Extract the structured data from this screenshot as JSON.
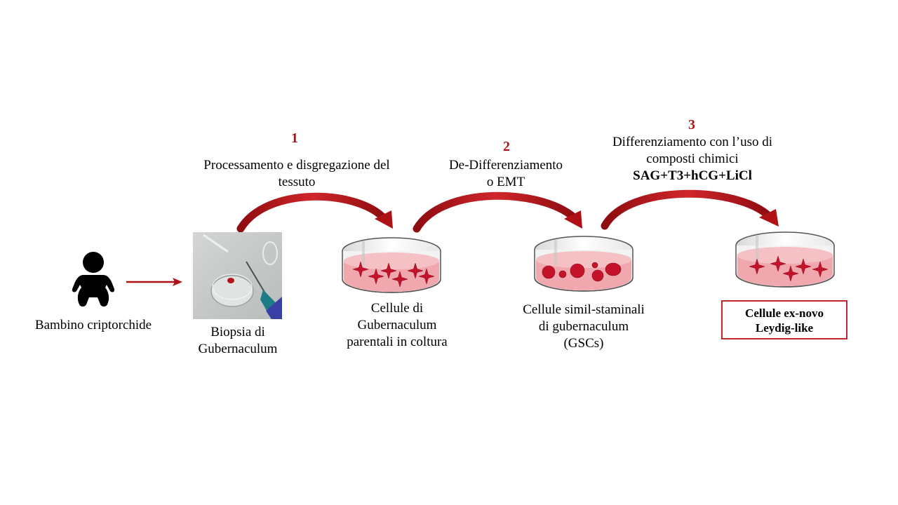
{
  "colors": {
    "arrow": "#b01116",
    "dish_medium": "#f0b4b8",
    "cell": "#c4122a",
    "result_border": "#c0282d"
  },
  "icons": {
    "child": "baby-icon",
    "biopsy": "biopsy-photo",
    "dish": "petri-dish-icon"
  },
  "steps": [
    {
      "number": "1",
      "lines": [
        "Processamento e disgregazione del",
        "tessuto"
      ]
    },
    {
      "number": "2",
      "lines": [
        "De-Differenziamento",
        "o EMT"
      ]
    },
    {
      "number": "3",
      "lines": [
        "Differenziamento con l’uso di",
        "composti chimici"
      ],
      "compounds": "SAG+T3+hCG+LiCl"
    }
  ],
  "nodes": {
    "child": [
      "Bambino criptorchide"
    ],
    "biopsy": [
      "Biopsia di",
      "Gubernaculum"
    ],
    "parental": [
      "Cellule di",
      "Gubernaculum",
      "parentali in coltura"
    ],
    "gsc": [
      "Cellule simil-staminali",
      "di gubernaculum",
      "(GSCs)"
    ],
    "leydig": [
      "Cellule ex-novo",
      "Leydig-like"
    ]
  }
}
